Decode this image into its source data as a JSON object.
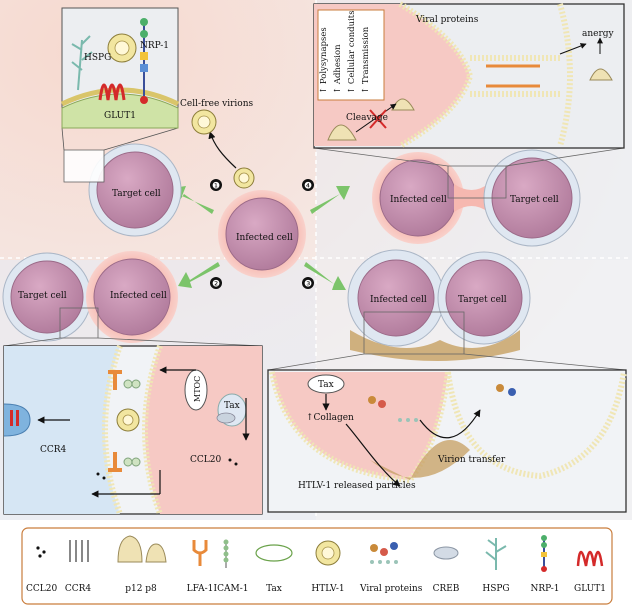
{
  "colors": {
    "cell_fill": "#c58fae",
    "cell_ring": "#dde6f0",
    "infected_glow": "#f3a8a2",
    "membrane_bead": "#f7f1c9",
    "virion_yellow": "#f2e6a0",
    "lfa1_orange": "#e88a3a",
    "icam_green": "#8fbf8a",
    "glut1_red": "#d42a2a",
    "legend_border": "#c97d3c",
    "arrow_green": "#7cc46a"
  },
  "labels": {
    "infected_cell": "Infected cell",
    "target_cell": "Target cell",
    "cell_free_virions": "Cell-free virions",
    "hspg": "HSPG",
    "nrp1": "NRP-1",
    "glut1": "GLUT1",
    "viral_proteins": "Viral proteins",
    "anergy": "anergy",
    "cleavage": "Cleavage",
    "polysynapses": "↑ Polysynapses",
    "adhesion": "↑ Adhesion",
    "cellular_conduits": "↑ Cellular conduits",
    "transmission": "↑ Transmission",
    "mtoc": "MTOC",
    "tax": "Tax",
    "ccr4": "CCR4",
    "ccl20": "CCL20",
    "collagen": "↑Collagen",
    "virion_transfer": "Virion transfer",
    "htlv_released": "HTLV-1 released particles"
  },
  "routes": [
    "❶",
    "❷",
    "❸",
    "❹"
  ],
  "legend": [
    {
      "key": "ccl20",
      "label": "CCL20"
    },
    {
      "key": "ccr4",
      "label": "CCR4"
    },
    {
      "key": "p12p8",
      "label": "p12  p8"
    },
    {
      "key": "lfa1",
      "label": "LFA-1"
    },
    {
      "key": "icam1",
      "label": "ICAM-1"
    },
    {
      "key": "tax",
      "label": "Tax"
    },
    {
      "key": "htlv1",
      "label": "HTLV-1"
    },
    {
      "key": "viral_proteins",
      "label": "Viral proteins"
    },
    {
      "key": "creb",
      "label": "CREB"
    },
    {
      "key": "hspg",
      "label": "HSPG"
    },
    {
      "key": "nrp1",
      "label": "NRP-1"
    },
    {
      "key": "glut1",
      "label": "GLUT1"
    }
  ]
}
